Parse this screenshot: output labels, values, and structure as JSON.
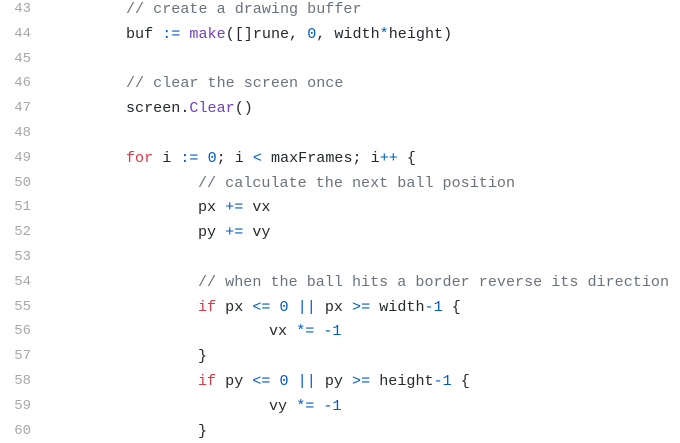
{
  "colors": {
    "background": "#ffffff",
    "line_number": "#a8a8a8",
    "plain": "#24292e",
    "comment": "#6a737d",
    "keyword": "#d73a49",
    "builtin": "#6f42c1",
    "number": "#005cc5",
    "operator": "#005cc5"
  },
  "lines": [
    {
      "number": "43",
      "indent": 1,
      "tokens": [
        {
          "t": "// create a drawing buffer",
          "k": "comment"
        }
      ]
    },
    {
      "number": "44",
      "indent": 1,
      "tokens": [
        {
          "t": "buf ",
          "k": "plain"
        },
        {
          "t": ":=",
          "k": "op"
        },
        {
          "t": " ",
          "k": "plain"
        },
        {
          "t": "make",
          "k": "builtin"
        },
        {
          "t": "([]rune, ",
          "k": "plain"
        },
        {
          "t": "0",
          "k": "number"
        },
        {
          "t": ", width",
          "k": "plain"
        },
        {
          "t": "*",
          "k": "op"
        },
        {
          "t": "height)",
          "k": "plain"
        }
      ]
    },
    {
      "number": "45",
      "indent": 1,
      "tokens": []
    },
    {
      "number": "46",
      "indent": 1,
      "tokens": [
        {
          "t": "// clear the screen once",
          "k": "comment"
        }
      ]
    },
    {
      "number": "47",
      "indent": 1,
      "tokens": [
        {
          "t": "screen.",
          "k": "plain"
        },
        {
          "t": "Clear",
          "k": "builtin"
        },
        {
          "t": "()",
          "k": "plain"
        }
      ]
    },
    {
      "number": "48",
      "indent": 1,
      "tokens": []
    },
    {
      "number": "49",
      "indent": 1,
      "tokens": [
        {
          "t": "for",
          "k": "keyword"
        },
        {
          "t": " i ",
          "k": "plain"
        },
        {
          "t": ":=",
          "k": "op"
        },
        {
          "t": " ",
          "k": "plain"
        },
        {
          "t": "0",
          "k": "number"
        },
        {
          "t": "; i ",
          "k": "plain"
        },
        {
          "t": "<",
          "k": "op"
        },
        {
          "t": " maxFrames; i",
          "k": "plain"
        },
        {
          "t": "++",
          "k": "op"
        },
        {
          "t": " {",
          "k": "plain"
        }
      ]
    },
    {
      "number": "50",
      "indent": 2,
      "tokens": [
        {
          "t": "// calculate the next ball position",
          "k": "comment"
        }
      ]
    },
    {
      "number": "51",
      "indent": 2,
      "tokens": [
        {
          "t": "px ",
          "k": "plain"
        },
        {
          "t": "+=",
          "k": "op"
        },
        {
          "t": " vx",
          "k": "plain"
        }
      ]
    },
    {
      "number": "52",
      "indent": 2,
      "tokens": [
        {
          "t": "py ",
          "k": "plain"
        },
        {
          "t": "+=",
          "k": "op"
        },
        {
          "t": " vy",
          "k": "plain"
        }
      ]
    },
    {
      "number": "53",
      "indent": 2,
      "tokens": []
    },
    {
      "number": "54",
      "indent": 2,
      "tokens": [
        {
          "t": "// when the ball hits a border reverse its direction",
          "k": "comment"
        }
      ]
    },
    {
      "number": "55",
      "indent": 2,
      "tokens": [
        {
          "t": "if",
          "k": "keyword"
        },
        {
          "t": " px ",
          "k": "plain"
        },
        {
          "t": "<=",
          "k": "op"
        },
        {
          "t": " ",
          "k": "plain"
        },
        {
          "t": "0",
          "k": "number"
        },
        {
          "t": " ",
          "k": "plain"
        },
        {
          "t": "||",
          "k": "op"
        },
        {
          "t": " px ",
          "k": "plain"
        },
        {
          "t": ">=",
          "k": "op"
        },
        {
          "t": " width",
          "k": "plain"
        },
        {
          "t": "-1",
          "k": "number"
        },
        {
          "t": " {",
          "k": "plain"
        }
      ]
    },
    {
      "number": "56",
      "indent": 3,
      "tokens": [
        {
          "t": "vx ",
          "k": "plain"
        },
        {
          "t": "*=",
          "k": "op"
        },
        {
          "t": " ",
          "k": "plain"
        },
        {
          "t": "-1",
          "k": "number"
        }
      ]
    },
    {
      "number": "57",
      "indent": 2,
      "tokens": [
        {
          "t": "}",
          "k": "plain"
        }
      ]
    },
    {
      "number": "58",
      "indent": 2,
      "tokens": [
        {
          "t": "if",
          "k": "keyword"
        },
        {
          "t": " py ",
          "k": "plain"
        },
        {
          "t": "<=",
          "k": "op"
        },
        {
          "t": " ",
          "k": "plain"
        },
        {
          "t": "0",
          "k": "number"
        },
        {
          "t": " ",
          "k": "plain"
        },
        {
          "t": "||",
          "k": "op"
        },
        {
          "t": " py ",
          "k": "plain"
        },
        {
          "t": ">=",
          "k": "op"
        },
        {
          "t": " height",
          "k": "plain"
        },
        {
          "t": "-1",
          "k": "number"
        },
        {
          "t": " {",
          "k": "plain"
        }
      ]
    },
    {
      "number": "59",
      "indent": 3,
      "tokens": [
        {
          "t": "vy ",
          "k": "plain"
        },
        {
          "t": "*=",
          "k": "op"
        },
        {
          "t": " ",
          "k": "plain"
        },
        {
          "t": "-1",
          "k": "number"
        }
      ]
    },
    {
      "number": "60",
      "indent": 2,
      "tokens": [
        {
          "t": "}",
          "k": "plain"
        }
      ]
    }
  ]
}
